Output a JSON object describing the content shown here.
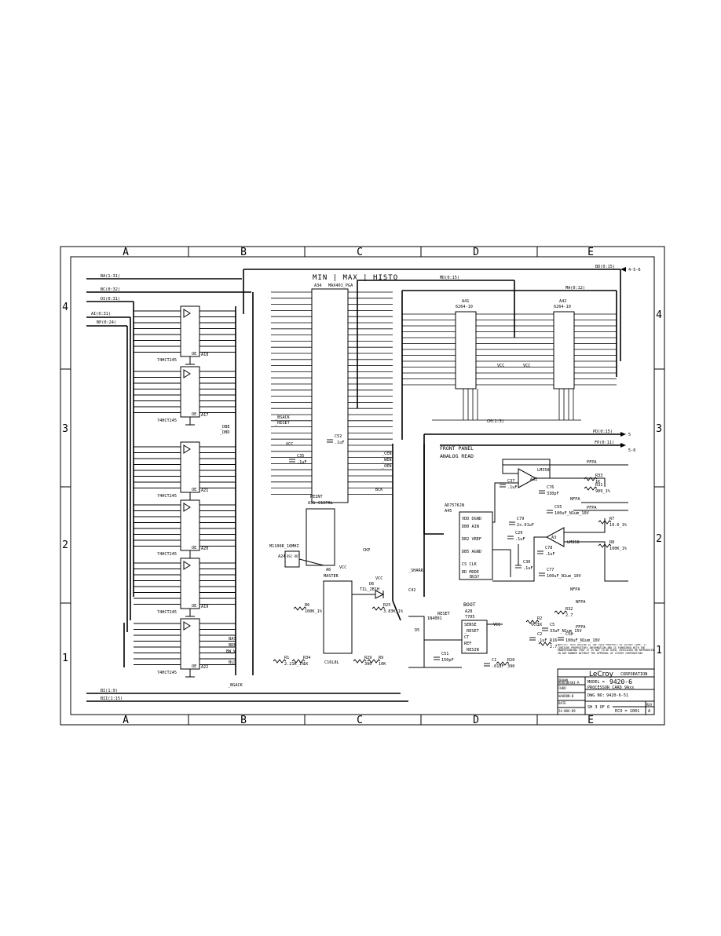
{
  "zones": {
    "cols": [
      "A",
      "B",
      "C",
      "D",
      "E"
    ],
    "rows": [
      "4",
      "3",
      "2",
      "1"
    ]
  },
  "title_main": "MIN | MAX | HISTO",
  "buses": {
    "ba": "BA(1:31)",
    "bc": "BC(0:32)",
    "di": "DI(0:31)",
    "ai": "AI(0:31)",
    "bp": "BP(0:24)",
    "bi": "BI(1:9)",
    "bii": "BII(1:15)",
    "bd": "BD(0:15)",
    "bd_dest": "4-5-6",
    "md": "MD(0:15)",
    "ma": "MA(0:12)",
    "pd": "PD(0:15)",
    "pd_dest": "5",
    "fp": "FP(0:11)",
    "fp_dest": "5-6",
    "cm": "CM(1:3)"
  },
  "buffers": [
    {
      "ref": "A18",
      "part": "74HCT245"
    },
    {
      "ref": "A17",
      "part": "74HCT245"
    },
    {
      "ref": "A21",
      "part": "74HCT245"
    },
    {
      "ref": "A20",
      "part": "74HCT245"
    },
    {
      "ref": "A19",
      "part": "74HCT245"
    },
    {
      "ref": "A22",
      "part": "74HCT245"
    }
  ],
  "u_a34": {
    "ref": "A34",
    "part": "MAX401_PGA"
  },
  "u_a41": {
    "ref": "A41",
    "part": "6264-10"
  },
  "u_a42": {
    "ref": "A42",
    "part": "6264-10"
  },
  "u_a31": {
    "ref": "A31",
    "part": "C16PAL",
    "label": "PEINT"
  },
  "u_a45": {
    "ref": "A45",
    "part": "AD7576JN"
  },
  "u_a6": {
    "ref": "A6",
    "part": "MASTER"
  },
  "u_a32": {
    "ref": "A32",
    "part": "LM358"
  },
  "u_a3": {
    "ref": "A3",
    "part": "LM358"
  },
  "osc": {
    "label": "OSC OUT",
    "part": "M1100R_16MHZ",
    "ref": "A24"
  },
  "led": {
    "ref": "D6",
    "part": "TIL_2B1H"
  },
  "front_panel": {
    "line1": "FRONT PANEL",
    "line2": "ANALOG READ"
  },
  "boot": {
    "title": "BOOT",
    "ref": "A28",
    "part": "7705",
    "sense": "SENSE",
    "reset": "_RESET",
    "ct": "CT",
    "ref_lbl": "REF",
    "resin": "_RESIN",
    "d5": "D5",
    "d5part": "1N4001"
  },
  "signals": {
    "dbe": "_DBE",
    "dbd": "_DBD",
    "bck": "BCK",
    "rst": "_RESET",
    "bsack": "_BSACK",
    "sharr": "_SHARR",
    "ckp": "CKP",
    "cen": "_CEN",
    "wen": "_WEN",
    "oen": "_OEN",
    "bas": "_BAS",
    "bdb": "_BDB",
    "bw": "BW_W",
    "bld": "_BLD",
    "bgack": "_BGACK",
    "vcc": "VCC",
    "c42": "C42"
  },
  "passives": [
    {
      "ref": "C35",
      "val": ".1uF"
    },
    {
      "ref": "C37",
      "val": ".1uF"
    },
    {
      "ref": "C76",
      "val": "330pF"
    },
    {
      "ref": "C79",
      "val": "2x.01uF"
    },
    {
      "ref": "C29",
      "val": ".1uF"
    },
    {
      "ref": "C78",
      "val": ".1uF"
    },
    {
      "ref": "C77",
      "val": "100uF_N1um_10V"
    },
    {
      "ref": "R33",
      "val": "1K"
    },
    {
      "ref": "R31",
      "val": "909_1%"
    },
    {
      "ref": "R7",
      "val": "19.6_1%"
    },
    {
      "ref": "R8",
      "val": "100K_1%"
    },
    {
      "ref": "R6",
      "val": "100K_1%"
    },
    {
      "ref": "R25",
      "val": "3.83K_1%"
    },
    {
      "ref": "R1",
      "val": "2.21K_1%"
    },
    {
      "ref": "R34",
      "val": "1K"
    },
    {
      "ref": "R29",
      "val": "390"
    },
    {
      "ref": "R9",
      "val": "10K"
    },
    {
      "ref": "C51",
      "val": "150pF"
    },
    {
      "ref": "C1",
      "val": ".01uF"
    },
    {
      "ref": "R20",
      "val": "390"
    },
    {
      "ref": "R2",
      "val": "1K"
    },
    {
      "ref": "C2",
      "val": ".1uF"
    },
    {
      "ref": "C5",
      "val": "33uF_N1um_15V"
    },
    {
      "ref": "R16",
      "val": "2.7"
    },
    {
      "ref": "R32",
      "val": "2.7"
    },
    {
      "ref": "C58",
      "val": "100uF_N1um_10V"
    },
    {
      "ref": "C55",
      "val": "100uF_N1um_10V"
    },
    {
      "ref": "C30",
      "val": ".1uF"
    },
    {
      "ref": "C52",
      "val": ".1uF"
    }
  ],
  "nets": {
    "pfpa": "PFPA",
    "nfpa": "NFPA"
  },
  "notice": "NOTICE: THIS DESIGN IS THE SOLE PROPERTY OF LECROY CORP. IT CONTAINS PROPRIETARY INFORMATION AND IS FURNISHED WITH THE UNDERSTANDING THAT IT IS NOT TO BE USED, DISCLOSED OR REPRODUCED IN ANY MANNER WITHOUT THE APPROVAL OF LECROY CORPORATION.",
  "title_block": {
    "company": "LeCroy",
    "corp": "CORPORATION",
    "model_label": "MODEL =",
    "model": "9420-6",
    "desc": "PROCESSOR CARD 9Axx",
    "dwg_label": "DWG NO:",
    "dwg": "9420-6-51",
    "rev_label": "REV",
    "rev": "A",
    "sheet": "SH 3 OF 6",
    "eco": "ECO = 1001",
    "drawn_label": "DRAWN",
    "drawn": "KROLWESKI-R",
    "chkd_label": "CHKD",
    "chkd": "HAURON-B",
    "date_label": "DATE",
    "date": "24-NOV-89"
  }
}
